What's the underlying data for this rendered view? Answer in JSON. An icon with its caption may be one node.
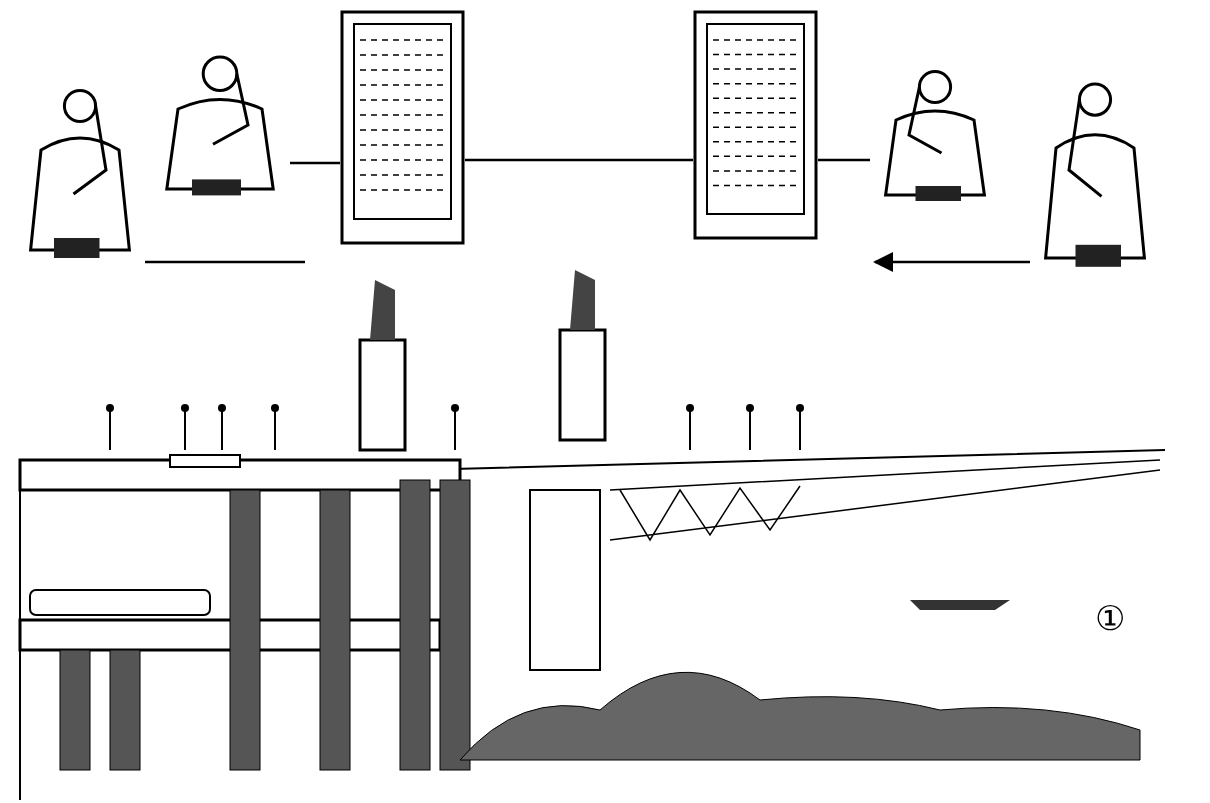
{
  "diagram": {
    "nodes": [
      {
        "text": [],
        "shape": "person"
      },
      {
        "text": [],
        "shape": "person"
      },
      {
        "text": [],
        "shape": "box"
      },
      {
        "text": [],
        "shape": "box"
      },
      {
        "text": [],
        "shape": "person"
      },
      {
        "text": [],
        "shape": "person"
      }
    ],
    "edges": [
      {
        "from": 1,
        "to": 2,
        "arrow": "none"
      },
      {
        "from": 2,
        "to": 3,
        "arrow": "none"
      },
      {
        "from": 3,
        "to": 4,
        "arrow": "none"
      },
      {
        "from": 0,
        "to": null,
        "arrow": "none"
      },
      {
        "from": 5,
        "to": null,
        "arrow": "to"
      }
    ],
    "labels": [
      "①"
    ]
  }
}
